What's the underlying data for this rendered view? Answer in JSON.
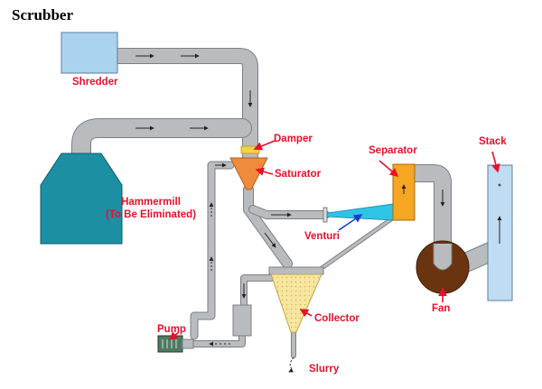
{
  "title": "Scrubber",
  "labels": {
    "shredder": "Shredder",
    "damper": "Damper",
    "saturator": "Saturator",
    "hammermill_line1": "Hammermill",
    "hammermill_line2": "(To Be Eliminated)",
    "separator": "Separator",
    "stack": "Stack",
    "venturi": "Venturi",
    "collector": "Collector",
    "pump": "Pump",
    "fan": "Fan",
    "slurry": "Slurry"
  },
  "colors": {
    "label_red": "#e8102a",
    "pipe_gray": "#b9bcbe",
    "shredder_blue": "#a9d3ee",
    "hammermill_teal": "#1c8fa3",
    "saturator_orange": "#f08b3c",
    "damper_yellow": "#f3d246",
    "separator_orange": "#f5a623",
    "venturi_cyan": "#2ec4e6",
    "collector_yellow": "#f6e6a0",
    "stack_blue": "#bfdcf3",
    "fan_brown": "#6b3410",
    "pump_green": "#4f7a62",
    "arrow_blue": "#1e3bd6"
  }
}
